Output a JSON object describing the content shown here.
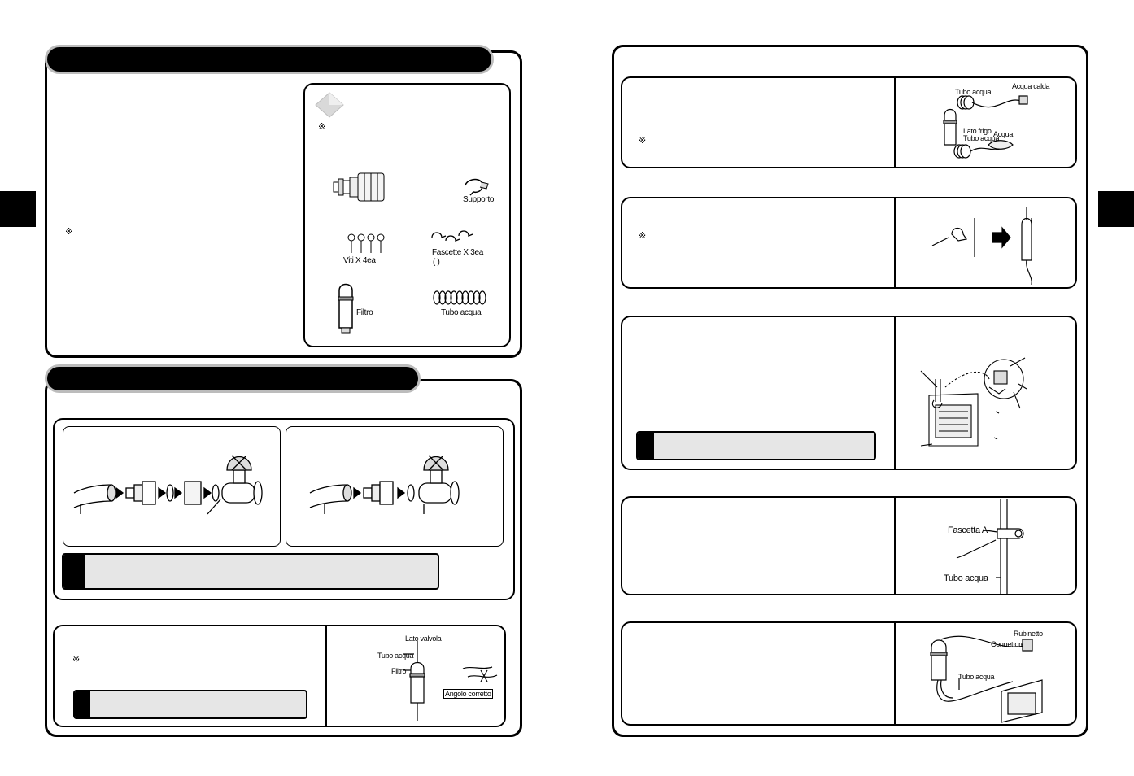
{
  "note_symbol": "※",
  "left_page": {
    "kit_box": {
      "items": {
        "support_label": "Supporto",
        "screws_label": "Viti X 4ea",
        "clamps_label": "Fascette X 3ea",
        "clamps_paren": "(            )",
        "filter_label": "Filtro",
        "tube_label": "Tubo acqua"
      }
    },
    "step_filter": {
      "labels": {
        "valve_side": "Lato valvola",
        "water_tube": "Tubo acqua",
        "filter": "Filtro",
        "correct_angle": "Angolo corretto"
      }
    }
  },
  "right_page": {
    "step1": {
      "labels": {
        "water_tube": "Tubo acqua",
        "hot_water": "Acqua calda",
        "cold_side_line1": "Lato frigo",
        "cold_side_line2": "Tubo acqua",
        "water": "Acqua"
      }
    },
    "step4": {
      "labels": {
        "clamp_a": "Fascetta A",
        "water_tube": "Tubo acqua"
      }
    },
    "step5": {
      "labels": {
        "tap": "Rubinetto",
        "connector": "Connettore",
        "water_tube": "Tubo acqua"
      }
    }
  }
}
